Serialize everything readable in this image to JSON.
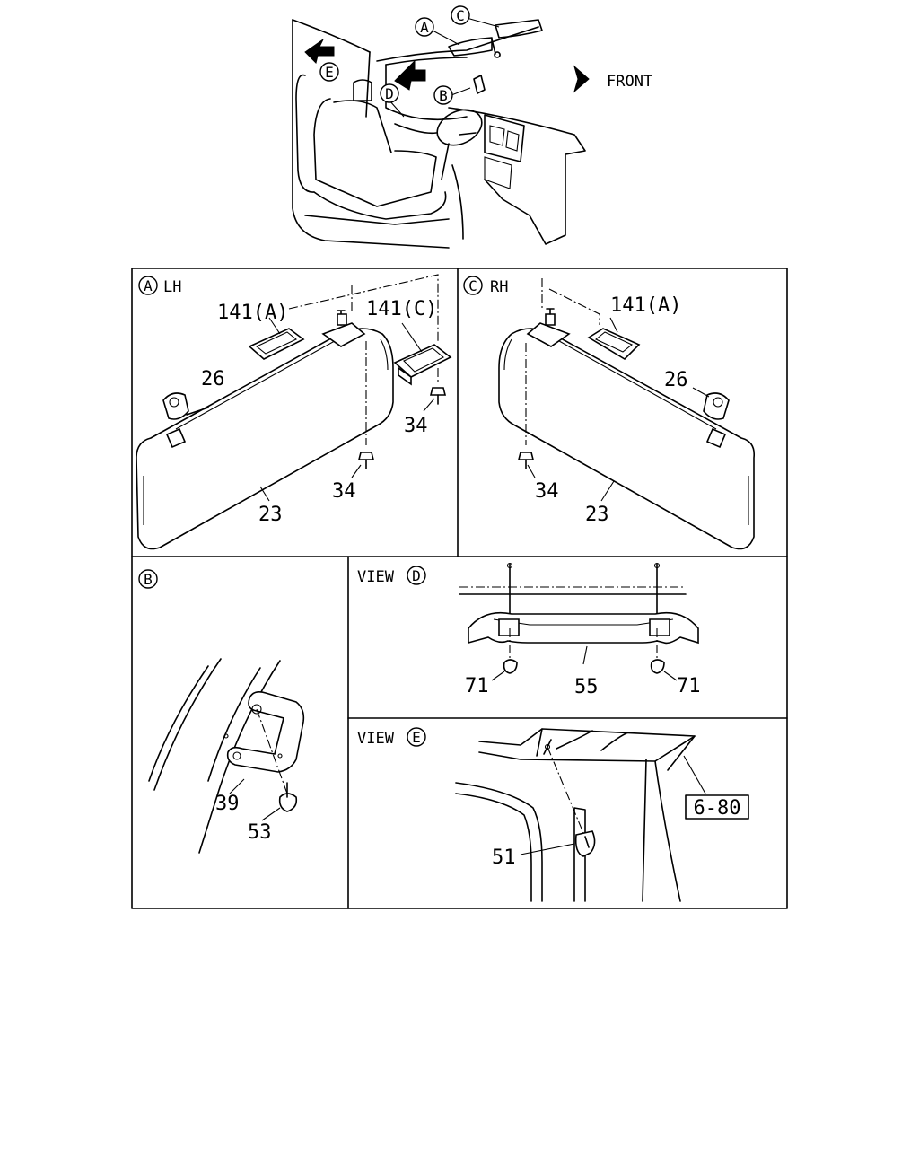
{
  "overview": {
    "callouts": [
      "A",
      "B",
      "C",
      "D",
      "E"
    ],
    "front_label": "FRONT"
  },
  "panel_a": {
    "letter": "A",
    "side": "LH",
    "parts": [
      "141(A)",
      "141(C)",
      "26",
      "34",
      "34",
      "23"
    ]
  },
  "panel_c": {
    "letter": "C",
    "side": "RH",
    "parts": [
      "141(A)",
      "26",
      "34",
      "23"
    ]
  },
  "panel_b": {
    "letter": "B",
    "parts": [
      "39",
      "53"
    ]
  },
  "panel_d": {
    "view": "VIEW",
    "letter": "D",
    "parts": [
      "71",
      "55",
      "71"
    ]
  },
  "panel_e": {
    "view": "VIEW",
    "letter": "E",
    "parts": [
      "51"
    ],
    "ref": "6-80"
  }
}
